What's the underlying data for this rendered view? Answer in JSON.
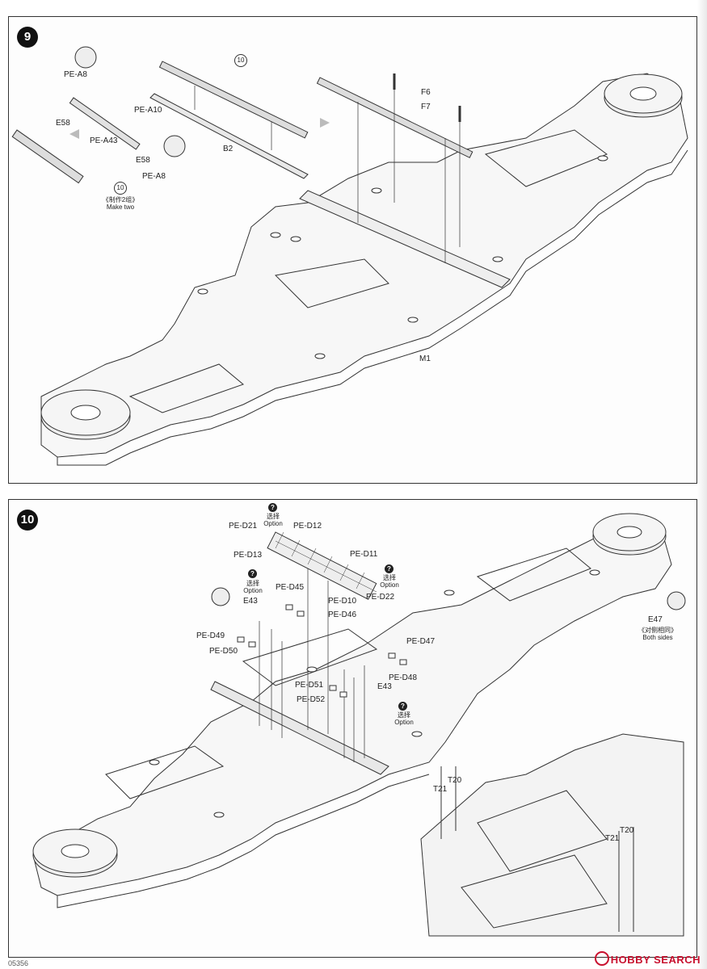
{
  "step9": {
    "number": "9",
    "labels": {
      "pe_a8_top": "PE-A8",
      "e58_left": "E58",
      "pe_a10": "PE-A10",
      "pe_a43": "PE-A43",
      "e58_right": "E58",
      "pe_a8_bottom": "PE-A8",
      "ref10_top": "10",
      "b2": "B2",
      "f6": "F6",
      "f7": "F7",
      "m1": "M1",
      "ref10_make": "10",
      "make_two_cn": "《制作2组》",
      "make_two_en": "Make two"
    }
  },
  "step10": {
    "number": "10",
    "labels": {
      "opt_top_cn": "选择",
      "opt_top_en": "Option",
      "pe_d21": "PE-D21",
      "pe_d12": "PE-D12",
      "pe_d13": "PE-D13",
      "pe_d11": "PE-D11",
      "opt_right_cn": "选择",
      "opt_right_en": "Option",
      "pe_d10": "PE-D10",
      "pe_d22": "PE-D22",
      "opt_left_cn": "选择",
      "opt_left_en": "Option",
      "e43_left": "E43",
      "pe_d45": "PE-D45",
      "pe_d46": "PE-D46",
      "pe_d49": "PE-D49",
      "pe_d50": "PE-D50",
      "pe_d47": "PE-D47",
      "pe_d48": "PE-D48",
      "e43_right": "E43",
      "pe_d51": "PE-D51",
      "pe_d52": "PE-D52",
      "opt_mid_cn": "选择",
      "opt_mid_en": "Option",
      "e47": "E47",
      "both_cn": "《对侧相同》",
      "both_en": "Both sides",
      "t21_a": "T21",
      "t20_a": "T20",
      "t20_b": "T20",
      "t21_b": "T21"
    }
  },
  "footer": {
    "watermark": "HOBBY SEARCH",
    "page_fragment": "05356"
  }
}
